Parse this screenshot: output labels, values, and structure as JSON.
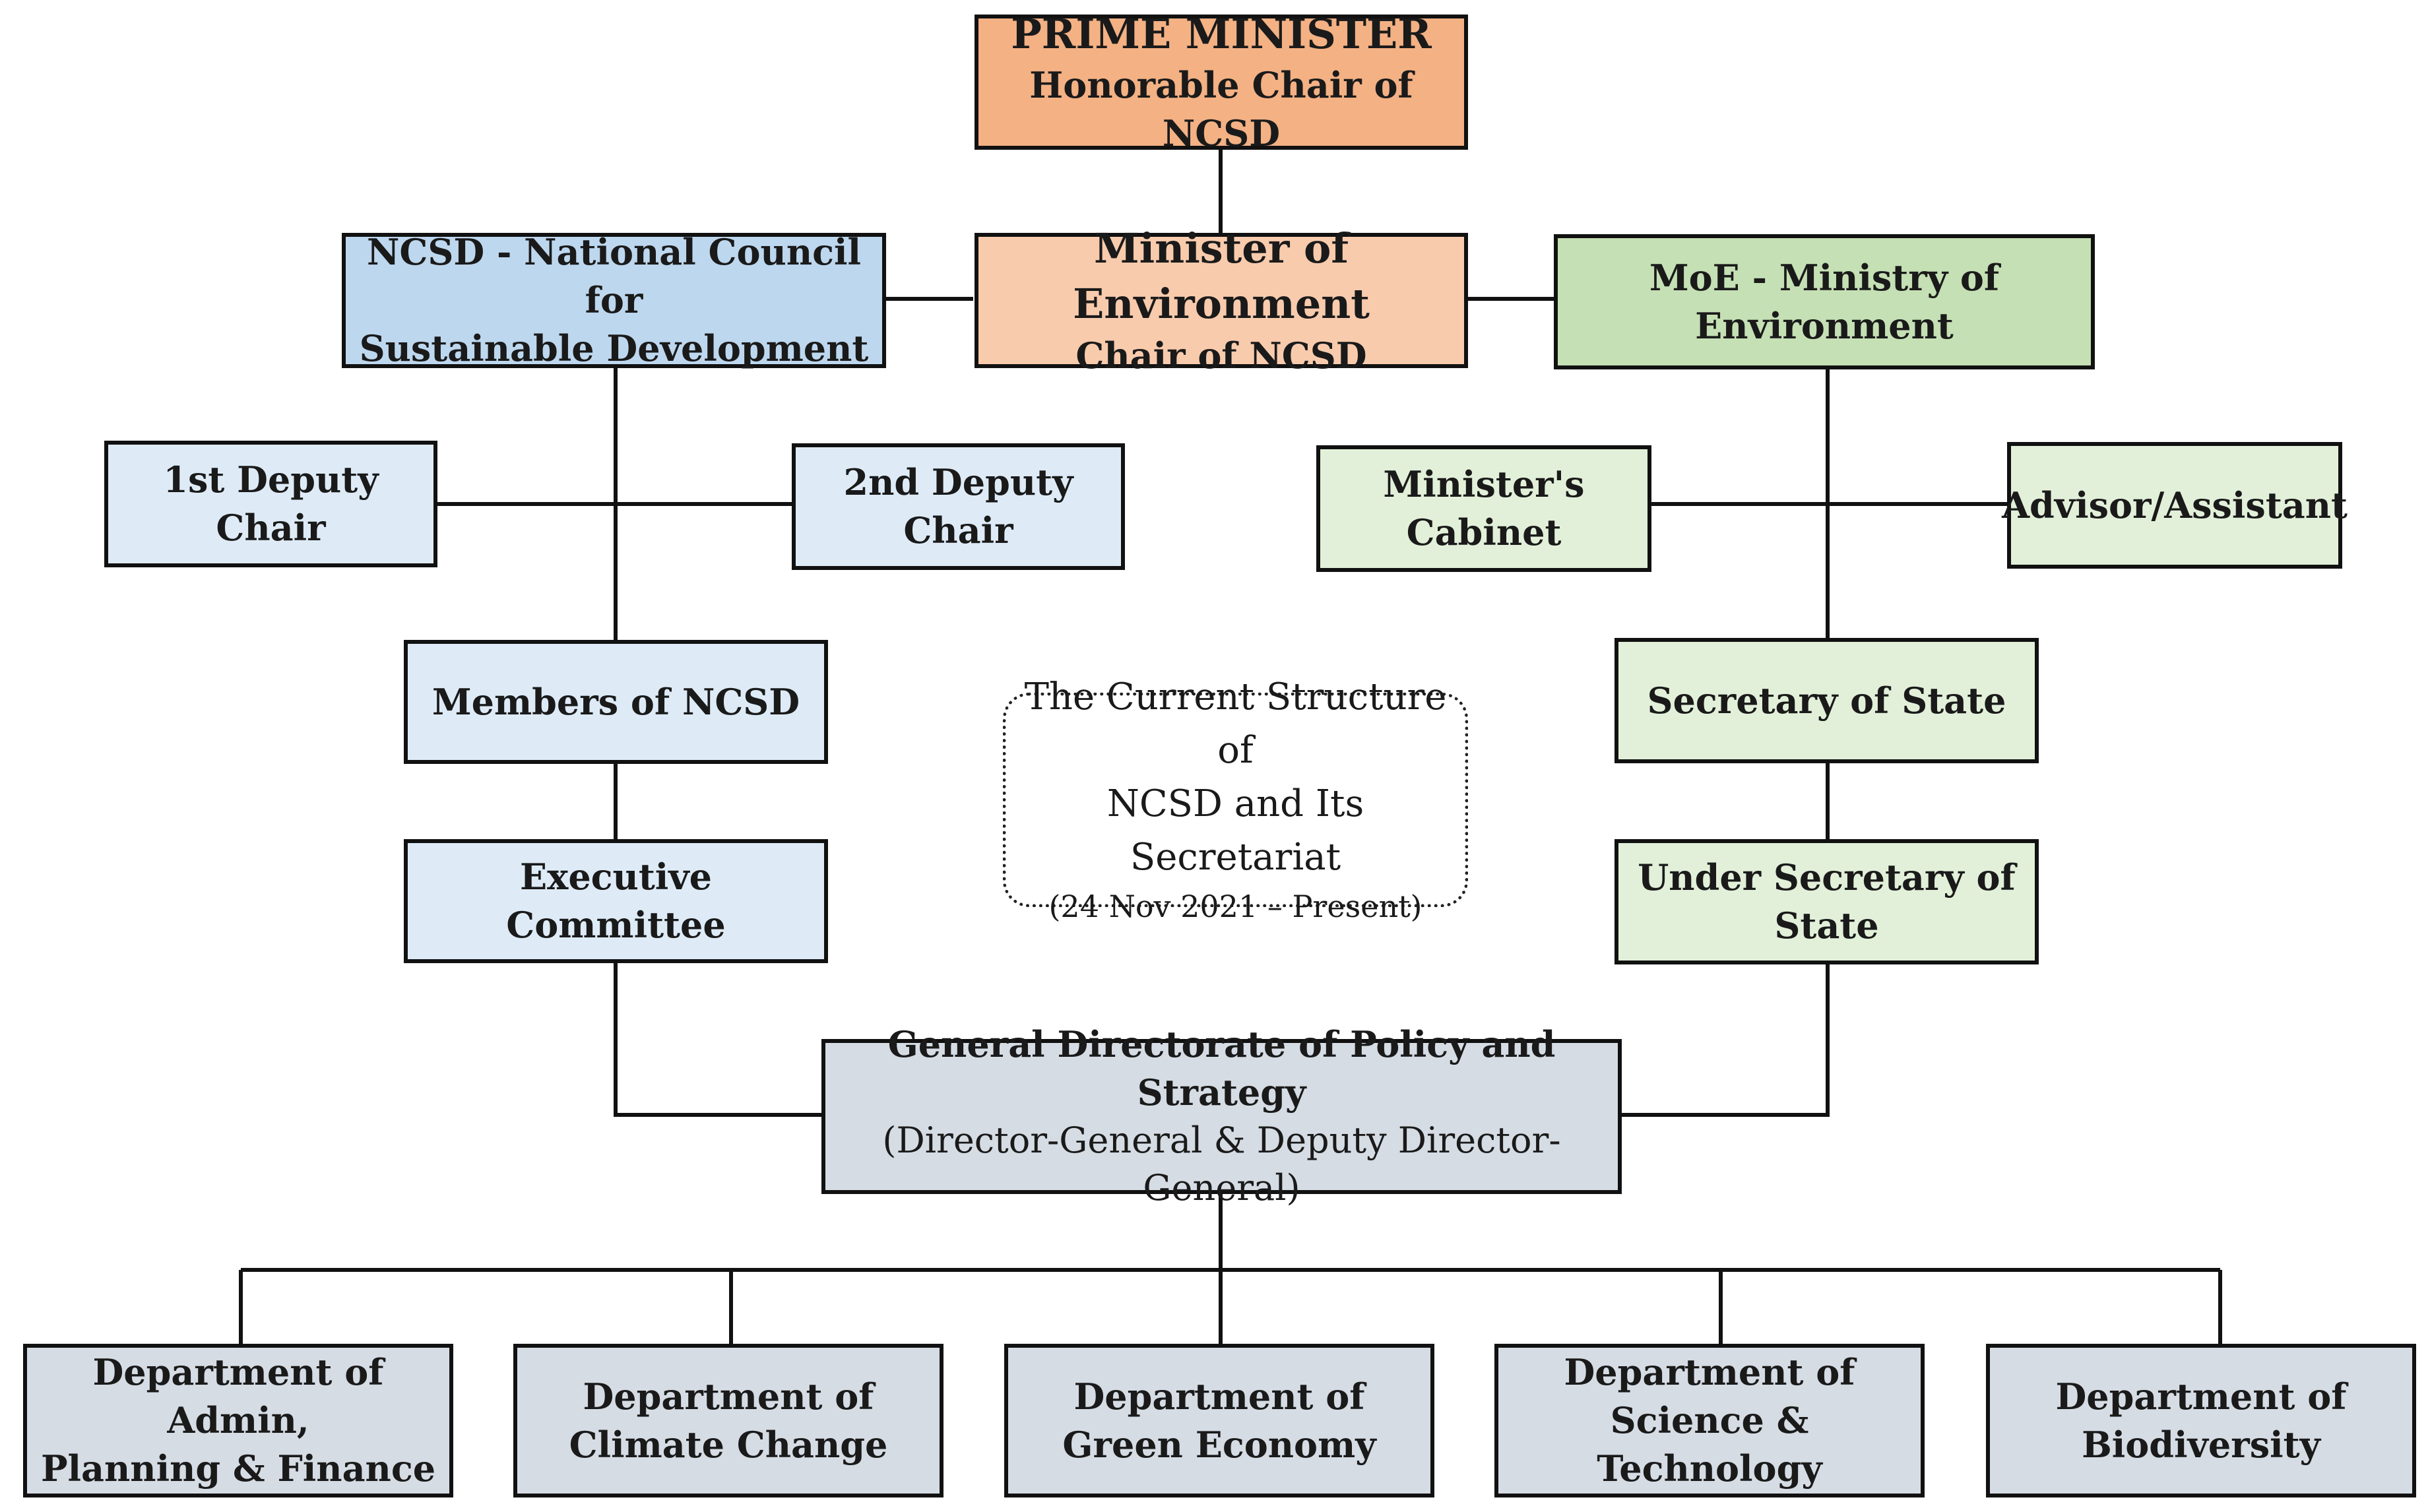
{
  "prime_minister": {
    "title": "PRIME MINISTER",
    "subtitle": "Honorable Chair of NCSD"
  },
  "minister_env": {
    "title": "Minister of Environment",
    "subtitle": "Chair of NCSD"
  },
  "ncsd": {
    "line1": "NCSD - National Council for",
    "line2": "Sustainable Development"
  },
  "moe": {
    "line1": "MoE - Ministry of",
    "line2": "Environment"
  },
  "ncsd_branch": {
    "deputy1": "1st Deputy Chair",
    "deputy2": "2nd Deputy Chair",
    "members": "Members of NCSD",
    "executive": "Executive Committee"
  },
  "moe_branch": {
    "cabinet": "Minister's Cabinet",
    "advisor": "Advisor/Assistant",
    "secretary": "Secretary of State",
    "under_secretary": "Under Secretary of State"
  },
  "general_directorate": {
    "title": "General Directorate of Policy and Strategy",
    "subtitle": "(Director-General & Deputy Director-General)"
  },
  "departments": [
    {
      "line1": "Department of Admin,",
      "line2": "Planning & Finance"
    },
    {
      "line1": "Department of",
      "line2": "Climate Change"
    },
    {
      "line1": "Department of",
      "line2": "Green Economy"
    },
    {
      "line1": "Department of",
      "line2": "Science & Technology"
    },
    {
      "line1": "Department of",
      "line2": "Biodiversity"
    }
  ],
  "caption": {
    "line1": "The Current Structure of",
    "line2": "NCSD and Its Secretariat",
    "dates": "(24 Nov 2021 – Present)"
  },
  "colors": {
    "pm": "#f3b184",
    "minister": "#f8cbad",
    "ncsd": "#bdd7ee",
    "ncsd_sub": "#deebf7",
    "moe": "#c5e0b4",
    "moe_sub": "#e2f0d9",
    "directorate": "#d6dce4"
  }
}
